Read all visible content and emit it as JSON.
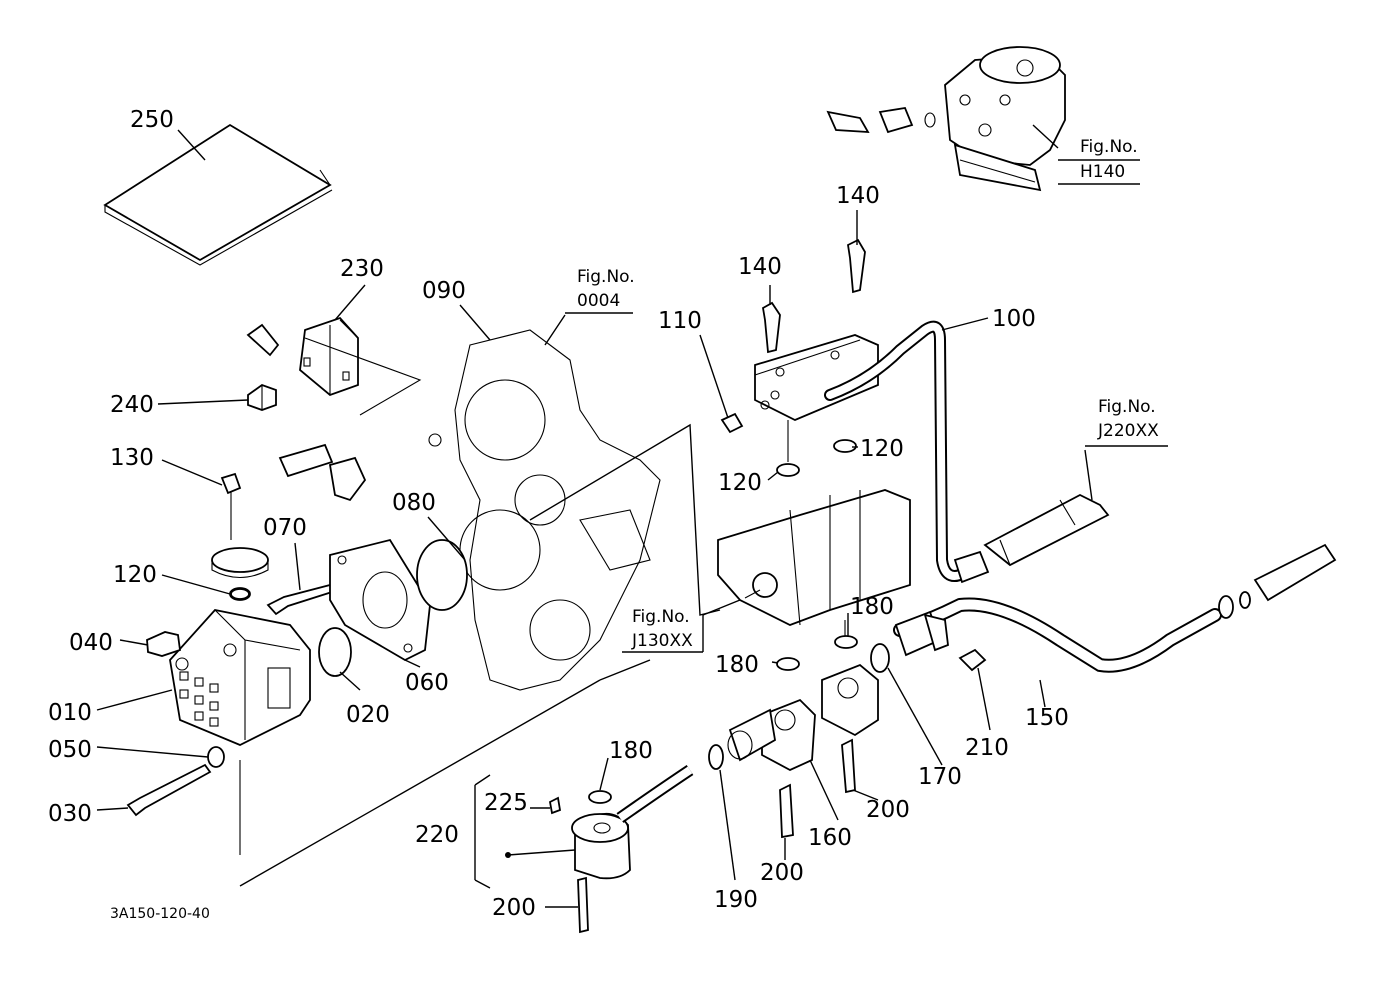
{
  "diagram": {
    "callouts": [
      "250",
      "230",
      "090",
      "240",
      "130",
      "070",
      "080",
      "120",
      "040",
      "010",
      "020",
      "060",
      "050",
      "030",
      "140",
      "140",
      "110",
      "100",
      "120",
      "120",
      "180",
      "180",
      "180",
      "190",
      "200",
      "200",
      "200",
      "160",
      "170",
      "210",
      "150",
      "225",
      "220"
    ],
    "fig_refs": [
      {
        "line1": "Fig.No.",
        "line2": "H140"
      },
      {
        "line1": "Fig.No.",
        "line2": "0004"
      },
      {
        "line1": "Fig.No.",
        "line2": "J220XX"
      },
      {
        "line1": "Fig.No.",
        "line2": "J130XX"
      }
    ],
    "drawing_code": "3A150-120-40"
  }
}
